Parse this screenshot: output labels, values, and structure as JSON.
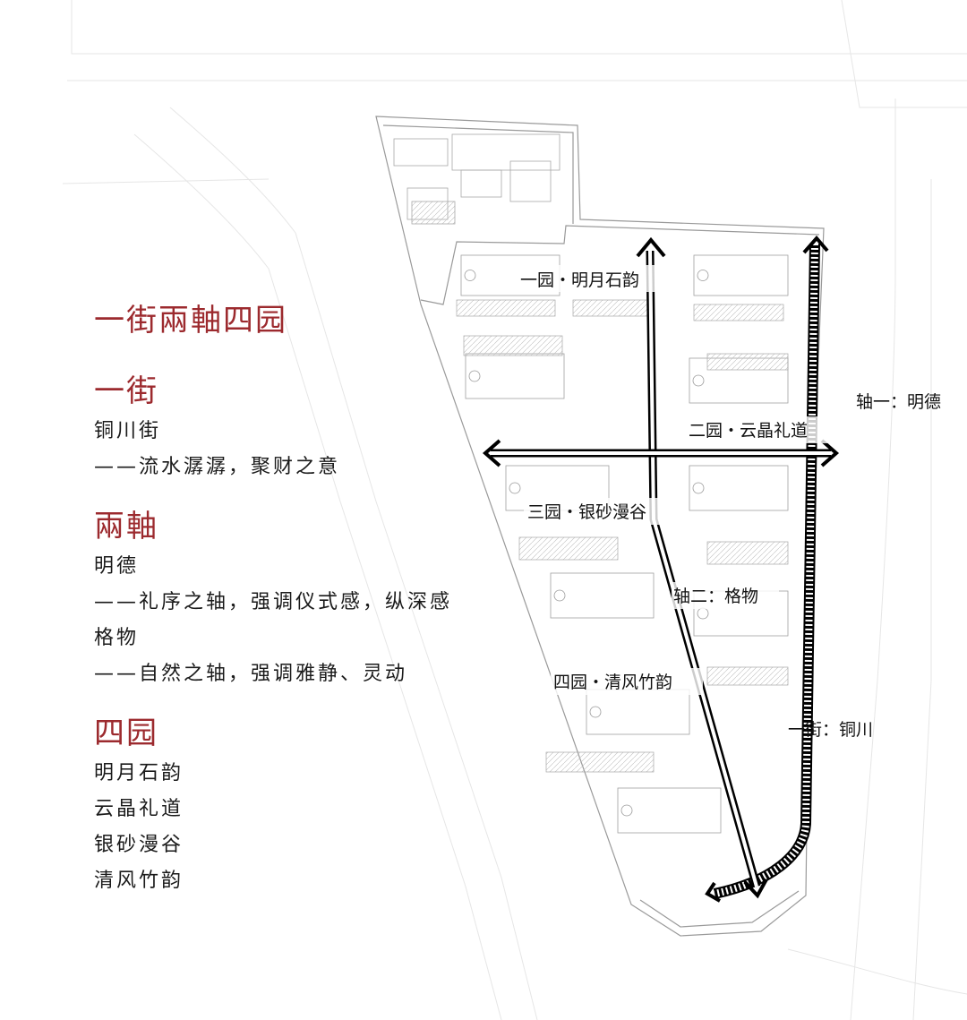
{
  "legend": {
    "title": "一街兩軸四园",
    "street": {
      "heading": "一街",
      "name": "铜川街",
      "desc": "——流水潺潺，聚财之意"
    },
    "axes": {
      "heading": "兩軸",
      "axis1_name": "明德",
      "axis1_desc": "——礼序之轴，强调仪式感，纵深感",
      "axis2_name": "格物",
      "axis2_desc": "——自然之轴，强调雅静、灵动"
    },
    "gardens": {
      "heading": "四园",
      "items": [
        "明月石韵",
        "云晶礼道",
        "银砂漫谷",
        "清风竹韵"
      ]
    }
  },
  "map_labels": {
    "garden1": "一园・明月石韵",
    "garden2": "二园・云晶礼道",
    "garden3": "三园・银砂漫谷",
    "garden4": "四园・清风竹韵",
    "axis1": "轴一：明德",
    "axis2": "轴二：格物",
    "street": "一街：铜川"
  },
  "colors": {
    "accent": "#9c2a2e",
    "arrow": "#000000",
    "plan_line": "#c8c8c8"
  }
}
